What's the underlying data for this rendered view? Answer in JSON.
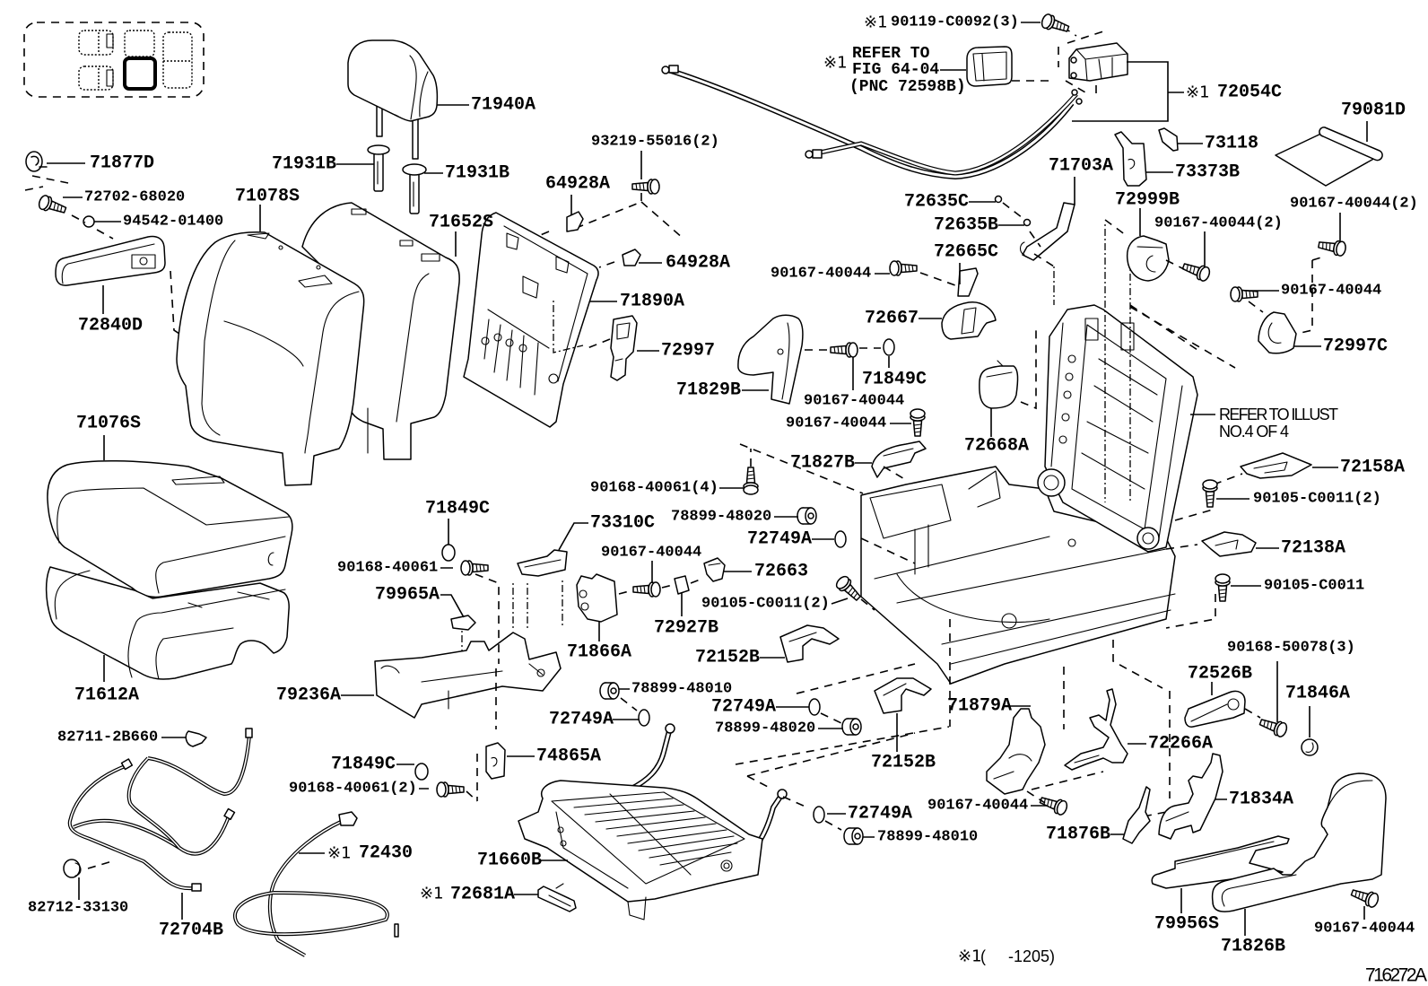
{
  "diagram": {
    "illustration_id": "716272A",
    "footnote": {
      "mark": "※1",
      "text": "(     -1205)"
    },
    "notes": {
      "refer_fig": {
        "mark": "※1",
        "lines": [
          "REFER TO",
          "FIG 64-04",
          "(PNC 72598B)"
        ]
      },
      "refer_illust": {
        "lines": [
          "REFER TO ILLUST",
          "NO.4 OF 4"
        ]
      }
    },
    "marked_callouts": [
      {
        "mark": "※1",
        "part": "90119-C0092(3)"
      },
      {
        "mark": "※1",
        "part": "72054C"
      },
      {
        "mark": "※1",
        "part": "72430"
      },
      {
        "mark": "※1",
        "part": "72681A"
      }
    ],
    "callouts": [
      "71877D",
      "72702-68020",
      "94542-01400",
      "72840D",
      "71940A",
      "71931B",
      "71931B",
      "71078S",
      "71652S",
      "93219-55016(2)",
      "64928A",
      "64928A",
      "71890A",
      "72997",
      "71829B",
      "90167-40044",
      "72665C",
      "72667",
      "71849C",
      "90167-40044",
      "90167-40044",
      "72668A",
      "72635C",
      "72635B",
      "71703A",
      "73118",
      "73373B",
      "72999B",
      "90167-40044(2)",
      "79081D",
      "90167-40044(2)",
      "90167-40044",
      "72997C",
      "72158A",
      "90105-C0011(2)",
      "72138A",
      "90105-C0011",
      "71827B",
      "90168-40061(4)",
      "78899-48020",
      "72749A",
      "73310C",
      "90167-40044",
      "72663",
      "90105-C0011(2)",
      "72927B",
      "71866A",
      "72152B",
      "71849C",
      "90168-40061",
      "79965A",
      "79236A",
      "71076S",
      "71612A",
      "78899-48010",
      "72749A",
      "74865A",
      "72749A",
      "78899-48020",
      "72152B",
      "71879A",
      "90168-50078(3)",
      "72526B",
      "71846A",
      "72266A",
      "71834A",
      "90167-40044",
      "71876B",
      "72749A",
      "78899-48010",
      "71849C",
      "90168-40061(2)",
      "82711-2B660",
      "82712-33130",
      "72704B",
      "71660B",
      "79956S",
      "71826B",
      "90167-40044"
    ]
  }
}
